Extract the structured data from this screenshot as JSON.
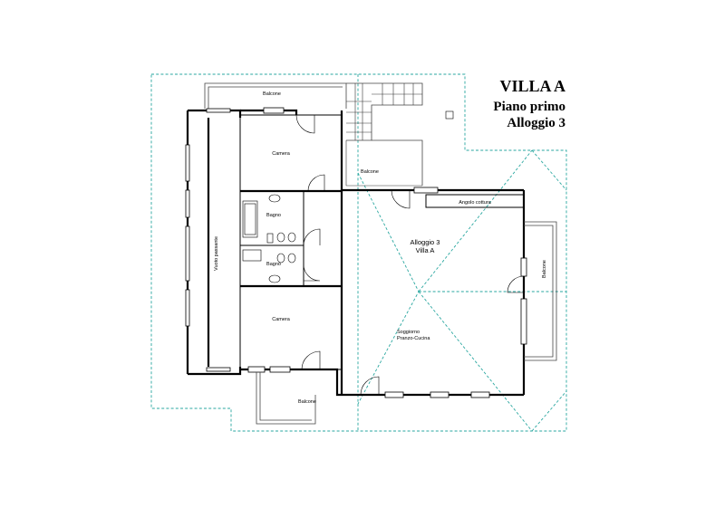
{
  "title": {
    "line1": "VILLA A",
    "line2": "Piano primo",
    "line3": "Alloggio 3"
  },
  "rooms": {
    "balcone_top": "Balcone",
    "camera_top": "Camera",
    "bagno_1": "Bagno",
    "bagno_2": "Bagno",
    "vuoto": "Vuoto passante",
    "camera_bottom": "Camera",
    "balcone_bottom": "Balcone",
    "balcone_stair": "Balcone",
    "angolo_cottura": "Angolo cottura",
    "alloggio_line1": "Alloggio 3",
    "alloggio_line2": "Villa A",
    "soggiorno_line1": "Soggiorno",
    "soggiorno_line2": "Pranzo-Cucina",
    "balcone_right": "Balcone"
  },
  "colors": {
    "walls": "#000000",
    "roof_outline": "#2aa7a0",
    "background": "#ffffff"
  }
}
